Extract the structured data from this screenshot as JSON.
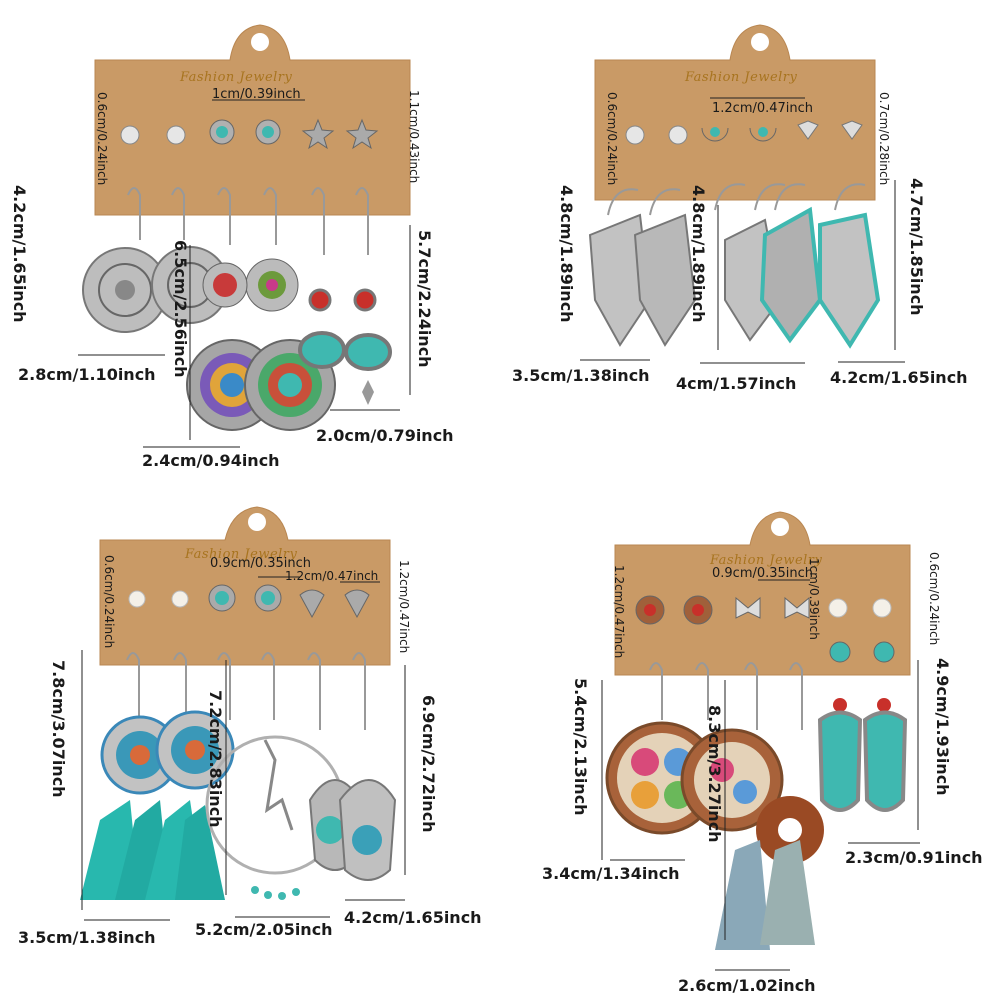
{
  "brand_text": "Fashion Jewelry",
  "colors": {
    "card": "#c99a66",
    "card_dark": "#b98752",
    "turquoise": "#3fb8b0",
    "tassel": "#28b8ae",
    "silver": "#9a9a9a",
    "red": "#c8302a",
    "copper": "#8a4a2a"
  },
  "panels": [
    {
      "name": "set-1",
      "labels": {
        "stud_width": "1cm/0.39inch",
        "stud_small": "0.6cm/0.24inch",
        "stud_side": "1.1cm/0.43inch",
        "a_height": "4.2cm/1.65inch",
        "a_width": "2.8cm/1.10inch",
        "b_height": "6.5cm/2.56inch",
        "b_width": "2.4cm/0.94inch",
        "c_height": "5.7cm/2.24inch",
        "c_width": "2.0cm/0.79inch"
      }
    },
    {
      "name": "set-2",
      "labels": {
        "stud_width": "1.2cm/0.47inch",
        "stud_small": "0.6cm/0.24inch",
        "stud_side": "0.7cm/0.28inch",
        "a_height": "4.8cm/1.89inch",
        "a_width": "3.5cm/1.38inch",
        "b_height": "4.8cm/1.89inch",
        "b_width": "4cm/1.57inch",
        "c_height": "4.7cm/1.85inch",
        "c_width": "4.2cm/1.65inch"
      }
    },
    {
      "name": "set-3",
      "labels": {
        "stud_width": "0.9cm/0.35inch",
        "stud_small": "0.6cm/0.24inch",
        "stud_mid": "1.2cm/0.47inch",
        "stud_side": "1.2cm/0.47inch",
        "a_height": "7.8cm/3.07inch",
        "a_width": "3.5cm/1.38inch",
        "b_height": "7.2cm/2.83inch",
        "b_width": "5.2cm/2.05inch",
        "c_height": "6.9cm/2.72inch",
        "c_width": "4.2cm/1.65inch"
      }
    },
    {
      "name": "set-4",
      "labels": {
        "stud_width": "0.9cm/0.35inch",
        "stud_small": "1.2cm/0.47inch",
        "stud_mid": "1cm/0.39inch",
        "stud_side": "0.6cm/0.24inch",
        "a_height": "5.4cm/2.13inch",
        "a_width": "3.4cm/1.34inch",
        "b_height": "8.3cm/3.27inch",
        "b_width": "2.6cm/1.02inch",
        "c_height": "4.9cm/1.93inch",
        "c_width": "2.3cm/0.91inch"
      }
    }
  ]
}
